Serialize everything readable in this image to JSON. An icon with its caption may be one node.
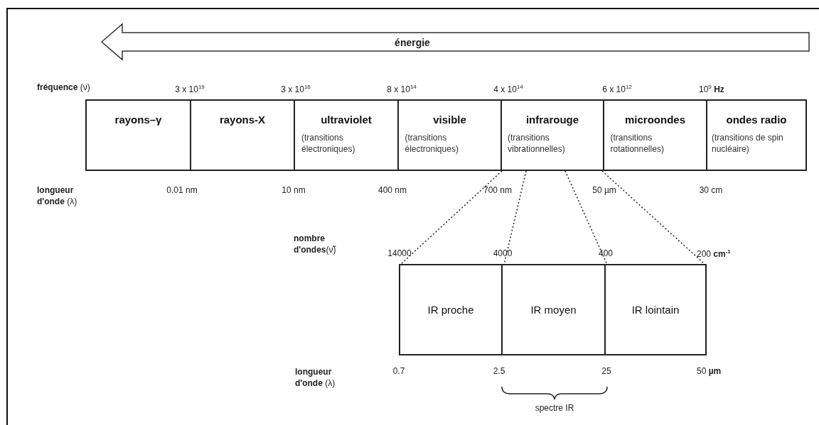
{
  "diagram": {
    "nodes": [
      {
        "text": [
          "rayons–γ"
        ]
      },
      {
        "text": [
          "rayons-X"
        ]
      },
      {
        "text": [
          "ultraviolet",
          "(transitions électroniques)"
        ]
      },
      {
        "text": [
          "visible",
          "(transitions électroniques)"
        ]
      },
      {
        "text": [
          "infrarouge",
          "(transitions vibrationnelles)"
        ]
      },
      {
        "text": [
          "microondes",
          "(transitions rotationnelles)"
        ]
      },
      {
        "text": [
          "ondes radio",
          "(transitions de spin nucléaire)"
        ]
      },
      {
        "text": [
          "IR proche"
        ]
      },
      {
        "text": [
          "IR moyen"
        ]
      },
      {
        "text": [
          "IR lointain"
        ]
      }
    ],
    "edges": [
      {
        "from": 4,
        "to": 7,
        "arrow": "none",
        "style": "dashed"
      },
      {
        "from": 4,
        "to": 8,
        "arrow": "none",
        "style": "dashed"
      },
      {
        "from": 4,
        "to": 9,
        "arrow": "none",
        "style": "dashed"
      },
      {
        "from": 4,
        "to": 9,
        "arrow": "none",
        "style": "dashed"
      }
    ],
    "labels": [
      "énergie",
      "**fréquence** (ν)",
      "3 x 10$^{19}$",
      "3 x 10$^{16}$",
      "8 x 10$^{14}$",
      "4 x 10$^{14}$",
      "6 x 10$^{12}$",
      "10$^{9}$ **Hz**",
      "**longueur d'onde** (λ)",
      "0.01 nm",
      "10 nm",
      "400 nm",
      "700 nm",
      "50 µm",
      "30 cm",
      "**nombre d'ondes**(ν̃)",
      "14000",
      "4000",
      "400",
      "200 **cm$^{-1}$**",
      "**longueur d'onde** (λ)",
      "0.7",
      "2.5",
      "25",
      "50 **µm**",
      "spectre IR"
    ]
  }
}
